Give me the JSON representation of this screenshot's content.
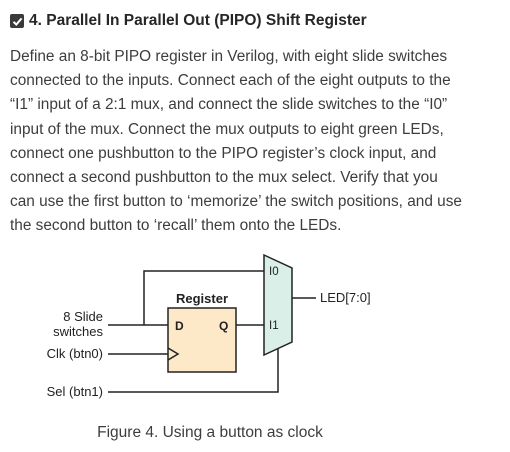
{
  "heading": {
    "icon": "checkbox-checked-icon",
    "title": "4. Parallel In Parallel Out (PIPO) Shift Register"
  },
  "paragraph": [
    "Define an 8-bit PIPO register in Verilog, with eight slide switches",
    "connected to the inputs. Connect each of the eight outputs to the",
    "“I1” input of a 2:1 mux, and connect the slide switches to the “I0”",
    "input of the mux. Connect the mux outputs to eight green LEDs,",
    "connect one pushbutton to the PIPO register’s clock input, and",
    "connect a second pushbutton to the mux select. Verify that you",
    "can use the first button to ‘memorize’ the switch positions, and use",
    "the second button to ‘recall’ them onto the LEDs."
  ],
  "diagram": {
    "register_label": "Register",
    "d_pin": "D",
    "q_pin": "Q",
    "mux_i0": "I0",
    "mux_i1": "I1",
    "output_label": "LED[7:0]",
    "input_switches_line1": "8 Slide",
    "input_switches_line2": "switches",
    "clk_label": "Clk (btn0)",
    "sel_label": "Sel (btn1)",
    "colors": {
      "register_fill": "#fde9c8",
      "mux_fill": "#d9efe7",
      "wire": "#222222"
    }
  },
  "caption": "Figure 4. Using a button as clock"
}
